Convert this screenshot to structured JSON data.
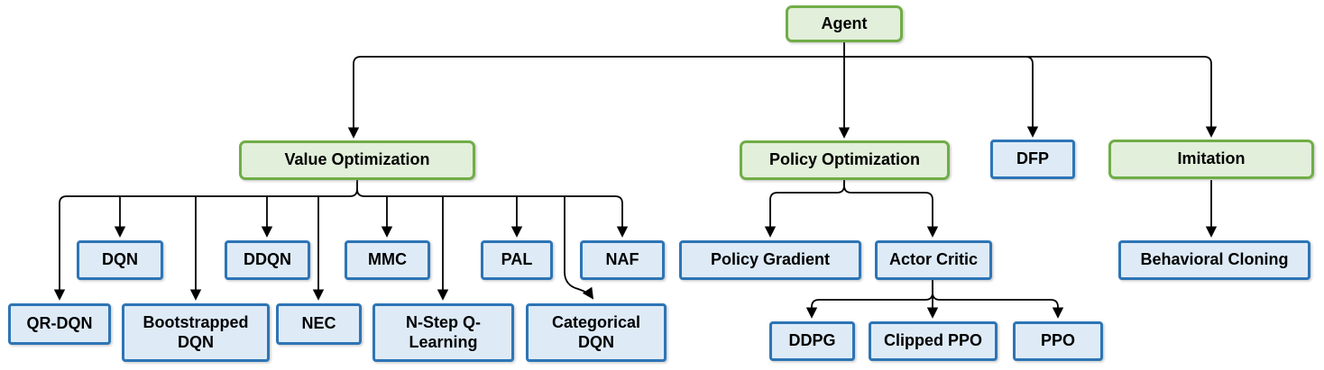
{
  "diagram": {
    "type": "hierarchy-flowchart",
    "background": "#ffffff",
    "styles": {
      "category": {
        "border": "#70AD47",
        "fill": "#E2EFDA"
      },
      "algorithm": {
        "border": "#2E75B6",
        "fill": "#DEEBF7"
      },
      "connector": "#000000",
      "text": "#000000"
    },
    "nodes": {
      "agent": {
        "label": "Agent",
        "kind": "category"
      },
      "value_optimization": {
        "label": "Value Optimization",
        "kind": "category"
      },
      "policy_optimization": {
        "label": "Policy Optimization",
        "kind": "category"
      },
      "dfp": {
        "label": "DFP",
        "kind": "algorithm"
      },
      "imitation": {
        "label": "Imitation",
        "kind": "category"
      },
      "dqn": {
        "label": "DQN",
        "kind": "algorithm"
      },
      "ddqn": {
        "label": "DDQN",
        "kind": "algorithm"
      },
      "mmc": {
        "label": "MMC",
        "kind": "algorithm"
      },
      "pal": {
        "label": "PAL",
        "kind": "algorithm"
      },
      "naf": {
        "label": "NAF",
        "kind": "algorithm"
      },
      "qr_dqn": {
        "label": "QR-DQN",
        "kind": "algorithm"
      },
      "bootstrapped_dqn": {
        "label": "Bootstrapped DQN",
        "kind": "algorithm"
      },
      "nec": {
        "label": "NEC",
        "kind": "algorithm"
      },
      "n_step_q_learning": {
        "label": "N-Step Q-Learning",
        "kind": "algorithm"
      },
      "categorical_dqn": {
        "label": "Categorical DQN",
        "kind": "algorithm"
      },
      "policy_gradient": {
        "label": "Policy Gradient",
        "kind": "algorithm"
      },
      "actor_critic": {
        "label": "Actor Critic",
        "kind": "algorithm"
      },
      "ddpg": {
        "label": "DDPG",
        "kind": "algorithm"
      },
      "clipped_ppo": {
        "label": "Clipped PPO",
        "kind": "algorithm"
      },
      "ppo": {
        "label": "PPO",
        "kind": "algorithm"
      },
      "behavioral_cloning": {
        "label": "Behavioral Cloning",
        "kind": "algorithm"
      }
    },
    "edges": [
      {
        "from": "agent",
        "to": "value_optimization"
      },
      {
        "from": "agent",
        "to": "policy_optimization"
      },
      {
        "from": "agent",
        "to": "dfp"
      },
      {
        "from": "agent",
        "to": "imitation"
      },
      {
        "from": "value_optimization",
        "to": "qr_dqn"
      },
      {
        "from": "value_optimization",
        "to": "dqn"
      },
      {
        "from": "value_optimization",
        "to": "bootstrapped_dqn"
      },
      {
        "from": "value_optimization",
        "to": "ddqn"
      },
      {
        "from": "value_optimization",
        "to": "nec"
      },
      {
        "from": "value_optimization",
        "to": "mmc"
      },
      {
        "from": "value_optimization",
        "to": "n_step_q_learning"
      },
      {
        "from": "value_optimization",
        "to": "pal"
      },
      {
        "from": "value_optimization",
        "to": "categorical_dqn"
      },
      {
        "from": "value_optimization",
        "to": "naf"
      },
      {
        "from": "policy_optimization",
        "to": "policy_gradient"
      },
      {
        "from": "policy_optimization",
        "to": "actor_critic"
      },
      {
        "from": "actor_critic",
        "to": "ddpg"
      },
      {
        "from": "actor_critic",
        "to": "clipped_ppo"
      },
      {
        "from": "actor_critic",
        "to": "ppo"
      },
      {
        "from": "imitation",
        "to": "behavioral_cloning"
      }
    ]
  }
}
